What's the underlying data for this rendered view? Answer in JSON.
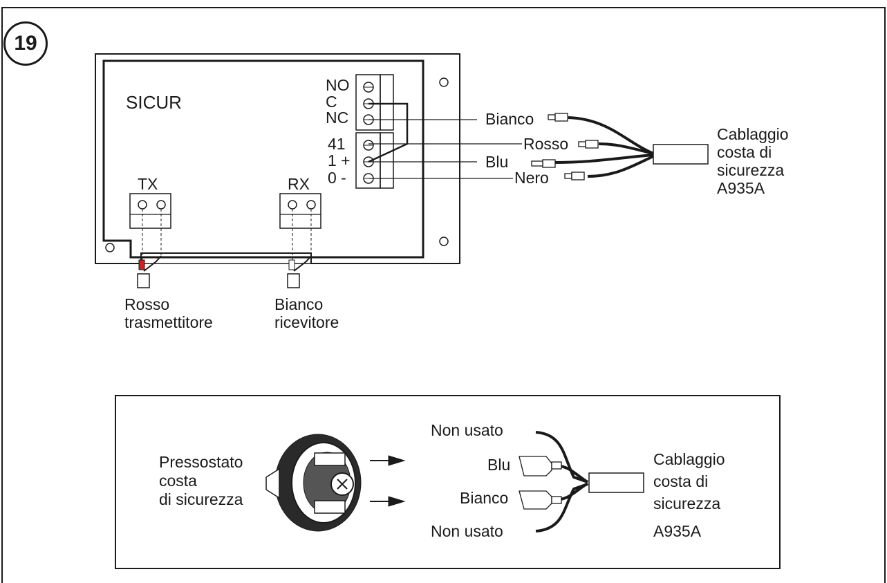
{
  "figure_number": "19",
  "board": {
    "title": "SICUR",
    "terminals_top": [
      "NO",
      "C",
      "NC"
    ],
    "terminals_bottom": [
      "41",
      "1 +",
      "0 -"
    ],
    "tx_label": "TX",
    "rx_label": "RX"
  },
  "wires": [
    {
      "label": "Bianco"
    },
    {
      "label": "Rosso"
    },
    {
      "label": "Blu"
    },
    {
      "label": "Nero"
    }
  ],
  "harness_top": [
    "Cablaggio",
    "costa di",
    "sicurezza",
    "A935A"
  ],
  "tx_caption": [
    "Rosso",
    "trasmettitore"
  ],
  "rx_caption": [
    "Bianco",
    "ricevitore"
  ],
  "lower": {
    "switch_caption": [
      "Pressostato",
      "costa",
      "di sicurezza"
    ],
    "wires": [
      "Non usato",
      "Blu",
      "Bianco",
      "Non usato"
    ],
    "harness": [
      "Cablaggio",
      "costa di",
      "sicurezza",
      "A935A"
    ]
  },
  "colors": {
    "line": "#1a1a1a",
    "tx_red": "#d21e1e"
  }
}
